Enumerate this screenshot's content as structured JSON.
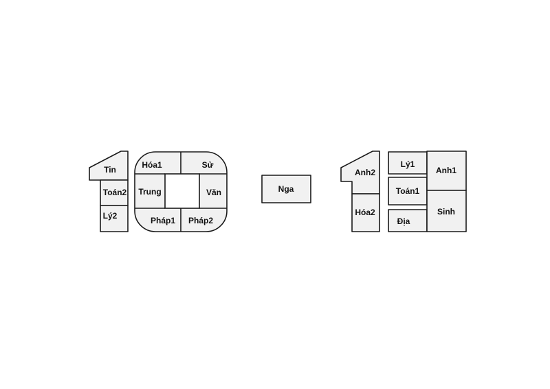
{
  "diagram": {
    "labels": {
      "tin": "Tin",
      "toan2": "Toán2",
      "ly2": "Lý2",
      "hoa1": "Hóa1",
      "su": "Sử",
      "trung": "Trung",
      "van": "Văn",
      "phap1": "Pháp1",
      "phap2": "Pháp2",
      "nga": "Nga",
      "anh2": "Anh2",
      "hoa2": "Hóa2",
      "ly1": "Lý1",
      "toan1": "Toán1",
      "dia": "Địa",
      "anh1": "Anh1",
      "sinh": "Sinh"
    }
  }
}
